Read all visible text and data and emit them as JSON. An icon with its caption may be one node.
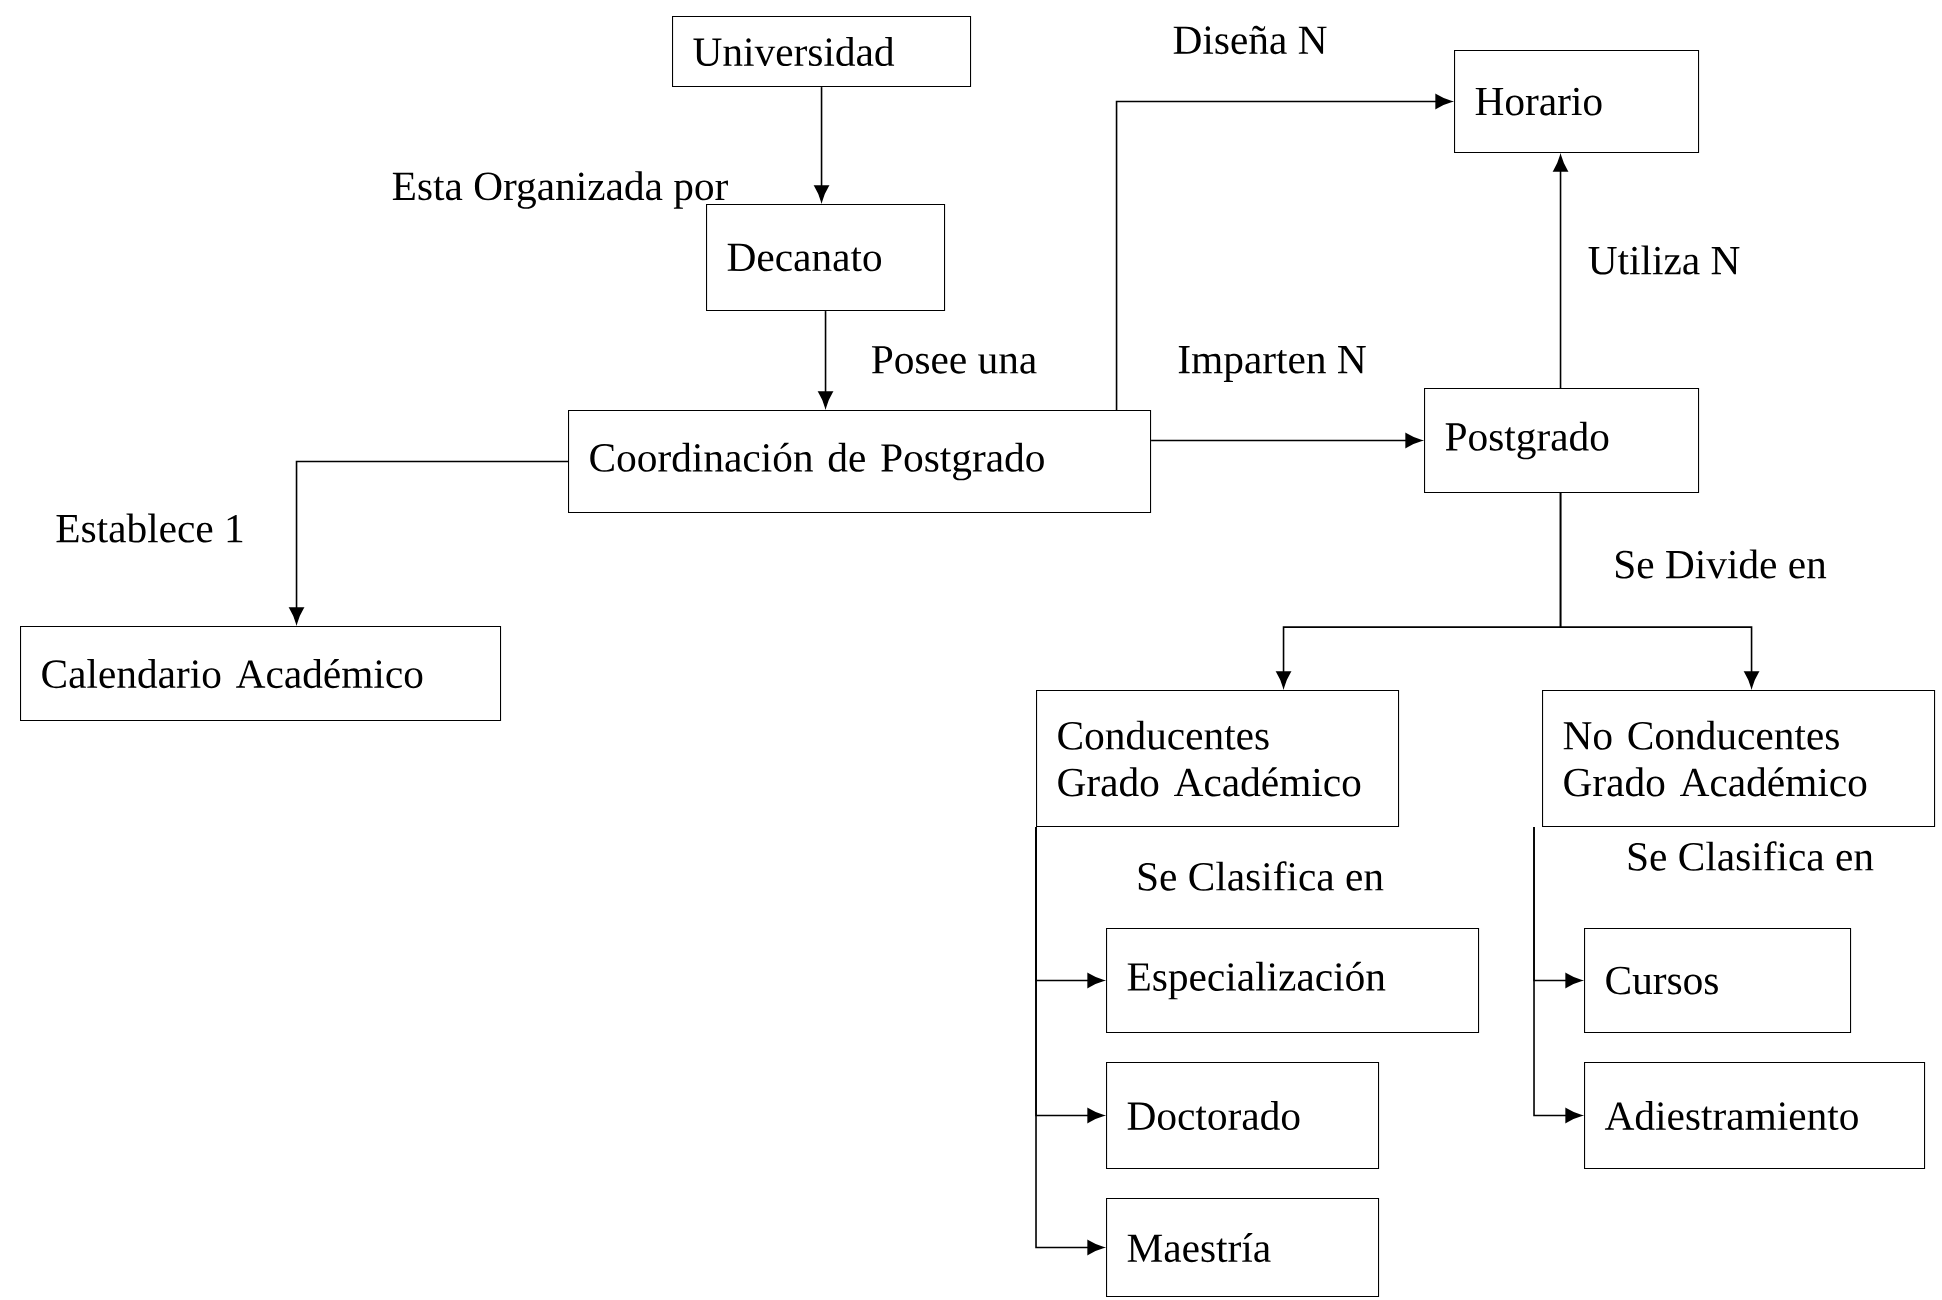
{
  "diagram": {
    "nodes": [
      {
        "text": [
          "Universidad"
        ]
      },
      {
        "text": [
          "Decanato"
        ]
      },
      {
        "text": [
          "Coordinación de Postgrado"
        ]
      },
      {
        "text": [
          "Horario"
        ]
      },
      {
        "text": [
          "Postgrado"
        ]
      },
      {
        "text": [
          "Calendario Académico"
        ]
      },
      {
        "text": [
          "Conducentes Grado Académico"
        ]
      },
      {
        "text": [
          "No Conducentes Grado Académico"
        ]
      },
      {
        "text": [
          "Especialización"
        ]
      },
      {
        "text": [
          "Doctorado"
        ]
      },
      {
        "text": [
          "Maestría"
        ]
      },
      {
        "text": [
          "Cursos"
        ]
      },
      {
        "text": [
          "Adiestramiento"
        ]
      }
    ],
    "edges": [
      {
        "from": 0,
        "to": 1,
        "arrow": "to",
        "label": "Esta Organizada por"
      },
      {
        "from": 1,
        "to": 2,
        "arrow": "to",
        "label": "Posee una"
      },
      {
        "from": 2,
        "to": 5,
        "arrow": "to",
        "label": "Establece 1"
      },
      {
        "from": 2,
        "to": 3,
        "arrow": "to",
        "label": "Diseña N"
      },
      {
        "from": 2,
        "to": 4,
        "arrow": "to",
        "label": "Imparten N"
      },
      {
        "from": 4,
        "to": 3,
        "arrow": "to",
        "label": "Utiliza N"
      },
      {
        "from": 4,
        "to": 6,
        "arrow": "to",
        "label": "Se Divide en"
      },
      {
        "from": 4,
        "to": 7,
        "arrow": "to"
      },
      {
        "from": 6,
        "to": 8,
        "arrow": "to",
        "label": "Se Clasifica en"
      },
      {
        "from": 6,
        "to": 9,
        "arrow": "to"
      },
      {
        "from": 6,
        "to": 10,
        "arrow": "to"
      },
      {
        "from": 7,
        "to": 11,
        "arrow": "to",
        "label": "Se Clasifica en"
      },
      {
        "from": 7,
        "to": 12,
        "arrow": "to"
      }
    ]
  }
}
